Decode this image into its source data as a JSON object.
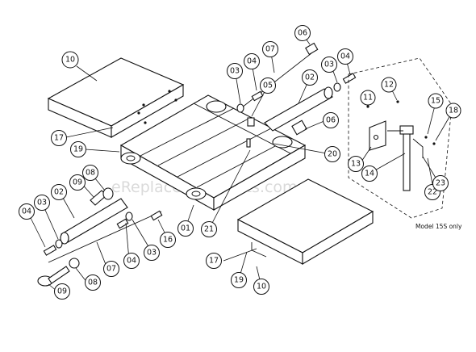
{
  "diagram": {
    "watermark": "eReplacementParts.com",
    "model_note": "Model 15S only",
    "callouts": [
      {
        "id": "c10a",
        "label": "10"
      },
      {
        "id": "c17a",
        "label": "17"
      },
      {
        "id": "c19a",
        "label": "19"
      },
      {
        "id": "c08a",
        "label": "08"
      },
      {
        "id": "c09a",
        "label": "09"
      },
      {
        "id": "c02a",
        "label": "02"
      },
      {
        "id": "c03a",
        "label": "03"
      },
      {
        "id": "c04a",
        "label": "04"
      },
      {
        "id": "c07a",
        "label": "07"
      },
      {
        "id": "c08b",
        "label": "08"
      },
      {
        "id": "c09b",
        "label": "09"
      },
      {
        "id": "c04b",
        "label": "04"
      },
      {
        "id": "c03b",
        "label": "03"
      },
      {
        "id": "c16",
        "label": "16"
      },
      {
        "id": "c01",
        "label": "01"
      },
      {
        "id": "c21",
        "label": "21"
      },
      {
        "id": "c06a",
        "label": "06"
      },
      {
        "id": "c07b",
        "label": "07"
      },
      {
        "id": "c04c",
        "label": "04"
      },
      {
        "id": "c03c",
        "label": "03"
      },
      {
        "id": "c05",
        "label": "05"
      },
      {
        "id": "c02b",
        "label": "02"
      },
      {
        "id": "c03d",
        "label": "03"
      },
      {
        "id": "c04d",
        "label": "04"
      },
      {
        "id": "c06b",
        "label": "06"
      },
      {
        "id": "c20",
        "label": "20"
      },
      {
        "id": "c17b",
        "label": "17"
      },
      {
        "id": "c19b",
        "label": "19"
      },
      {
        "id": "c10b",
        "label": "10"
      },
      {
        "id": "c11",
        "label": "11"
      },
      {
        "id": "c12",
        "label": "12"
      },
      {
        "id": "c13",
        "label": "13"
      },
      {
        "id": "c14",
        "label": "14"
      },
      {
        "id": "c15",
        "label": "15"
      },
      {
        "id": "c18",
        "label": "18"
      },
      {
        "id": "c22",
        "label": "22"
      },
      {
        "id": "c23",
        "label": "23"
      }
    ]
  }
}
